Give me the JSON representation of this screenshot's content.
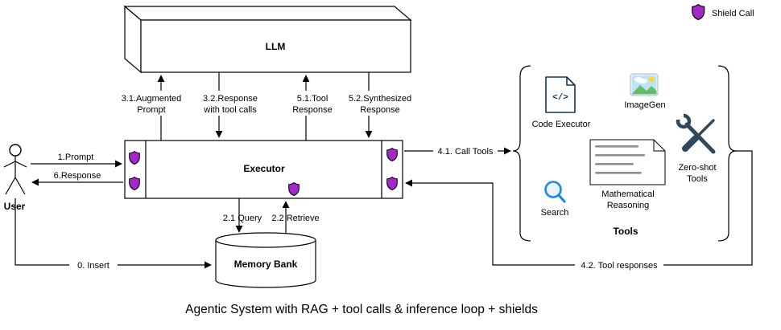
{
  "title": "Agentic System with RAG + tool calls & inference loop + shields",
  "legend": {
    "shield_label": "Shield Call"
  },
  "nodes": {
    "user": {
      "label": "User"
    },
    "llm": {
      "label": "LLM"
    },
    "executor": {
      "label": "Executor"
    },
    "memory_bank": {
      "label": "Memory Bank"
    },
    "tools_group": {
      "label": "Tools"
    },
    "code_executor": {
      "label": "Code Executor",
      "glyph": "</>"
    },
    "imagegen": {
      "label": "ImageGen"
    },
    "search": {
      "label": "Search"
    },
    "math_reasoning": {
      "line1": "Mathematical",
      "line2": "Reasoning"
    },
    "zero_shot_tools": {
      "line1": "Zero-shot",
      "line2": "Tools"
    }
  },
  "edges": {
    "prompt": {
      "label": "1.Prompt"
    },
    "response": {
      "label": "6.Response"
    },
    "insert": {
      "label": "0. Insert"
    },
    "augmented_prompt": {
      "line1": "3.1.Augmented",
      "line2": "Prompt"
    },
    "response_with_tool_calls": {
      "line1": "3.2.Response",
      "line2": "with tool calls"
    },
    "tool_response": {
      "line1": "5.1.Tool",
      "line2": "Response"
    },
    "synthesized_response": {
      "line1": "5.2.Synthesized",
      "line2": "Response"
    },
    "query": {
      "label": "2.1 Query"
    },
    "retrieve": {
      "label": "2.2 Retrieve"
    },
    "call_tools": {
      "label": "4.1. Call Tools"
    },
    "tool_responses": {
      "label": "4.2. Tool responses"
    }
  },
  "colors": {
    "shield-fill": "#a428c8",
    "shield-stroke": "#000000",
    "icon-navy": "#16325c",
    "search-blue": "#1e88e5",
    "tool-dark": "#30485a"
  }
}
